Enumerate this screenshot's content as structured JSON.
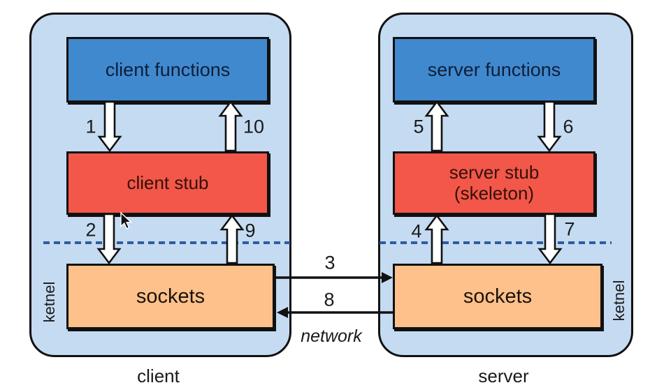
{
  "client": {
    "title": "client",
    "kernel": "ketnel",
    "functions": "client functions",
    "stub": "client stub",
    "sockets": "sockets"
  },
  "server": {
    "title": "server",
    "kernel": "ketnel",
    "functions": "server functions",
    "stub_line1": "server stub",
    "stub_line2": "(skeleton)",
    "sockets": "sockets"
  },
  "network_label": "network",
  "steps": {
    "s1": "1",
    "s2": "2",
    "s3": "3",
    "s4": "4",
    "s5": "5",
    "s6": "6",
    "s7": "7",
    "s8": "8",
    "s9": "9",
    "s10": "10"
  },
  "colors": {
    "panel_fill": "#c5dbf2",
    "panel_border": "#111111",
    "functions_box_fill": "#4189cf",
    "stub_box_fill": "#f25749",
    "sockets_box_fill": "#fec18c",
    "kernel_divider": "#2d5d9f",
    "arrow_fill": "#ffffff",
    "arrow_outline": "#111111",
    "network_arrow": "#111111"
  }
}
